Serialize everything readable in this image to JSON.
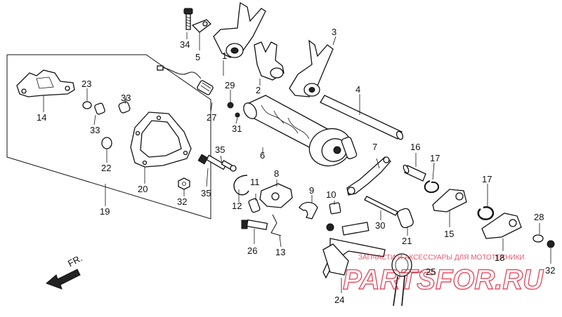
{
  "callouts": {
    "c1": "1",
    "c2": "2",
    "c3": "3",
    "c4": "4",
    "c5": "5",
    "c6": "6",
    "c7": "7",
    "c8": "8",
    "c9": "9",
    "c10": "10",
    "c11": "11",
    "c12": "12",
    "c13": "13",
    "c14": "14",
    "c15": "15",
    "c16": "16",
    "c17a": "17",
    "c17b": "17",
    "c18": "18",
    "c19": "19",
    "c20": "20",
    "c21": "21",
    "c22": "22",
    "c23": "23",
    "c24": "24",
    "c25": "25",
    "c26": "26",
    "c27": "27",
    "c28": "28",
    "c29": "29",
    "c30": "30",
    "c31": "31",
    "c32a": "32",
    "c32b": "32",
    "c33a": "33",
    "c33b": "33",
    "c34": "34",
    "c35a": "35",
    "c35b": "35"
  },
  "direction_label": "FR.",
  "watermark": {
    "small": "ЗАПЧАСТИ И АКСЕССУАРЫ ДЛЯ МОТОТЕХНИКИ",
    "big": "PARTSFOR.RU",
    "color": "#e5203a"
  }
}
